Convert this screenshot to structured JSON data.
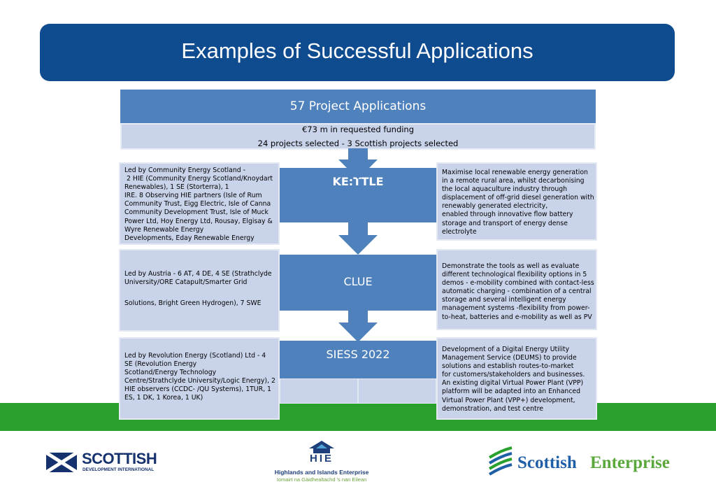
{
  "title": "Examples of Successful Applications",
  "summary": {
    "heading": "57 Project Applications",
    "funding": "€73 m in requested funding",
    "selected": "24 projects selected - 3 Scottish projects selected"
  },
  "projects": [
    {
      "name": "KE:TTLE",
      "partners": "Led by Community Energy Scotland -\n 2 HIE (Community Energy Scotland/Knoydart\nRenewables), 1 SE (Storterra), 1\nIRE. 8 Observing HIE partners (Isle of Rum\nCommunity Trust, Eigg Electric, Isle of Canna\nCommunity Development Trust, Isle of Muck\nPower Ltd, Hoy Energy Ltd, Rousay, Elgisay &\nWyre Renewable Energy\nDevelopments, Eday Renewable Energy",
      "description": "Maximise local renewable energy generation\nin a remote rural area, whilst decarbonising\nthe local aquaculture industry through\ndisplacement of off-grid diesel generation with\nrenewably generated electricity,\nenabled through innovative flow battery\nstorage and transport of energy dense\nelectrolyte"
    },
    {
      "name": "CLUE",
      "partners_line1": "Led by Austria - 6 AT, 4 DE, 4 SE (Strathclyde\nUniversity/ORE Catapult/Smarter Grid",
      "partners_line2": "Solutions, Bright Green Hydrogen), 7 SWE",
      "description": "Demonstrate the tools as well as evaluate\ndifferent technological flexibility options in 5\ndemos - e-mobility combined with contact-less\nautomatic charging - combination of a central\nstorage and several intelligent energy\nmanagement systems -flexibility from power-\nto-heat, batteries and e-mobility as well as PV"
    },
    {
      "name": "SIESS 2022",
      "partners": "Led by Revolution Energy (Scotland) Ltd - 4\nSE (Revolution Energy\nScotland/Energy Technology\nCentre/Strathclyde University/Logic Energy), 2\nHIE observers (CCDC- /QU Systems), 1TUR, 1\nES, 1 DK, 1 Korea, 1 UK)",
      "description": "Development of a Digital Energy Utility\nManagement Service (DEUMS) to provide\nsolutions and establish routes-to-market\nfor customers/stakeholders and businesses.\nAn existing digital Virtual Power Plant (VPP)\nplatform will be adapted into an Enhanced\nVirtual Power Plant (VPP+) development,\ndemonstration, and test centre"
    }
  ],
  "logos": {
    "sdi": {
      "name": "SCOTTISH",
      "sub": "DEVELOPMENT INTERNATIONAL"
    },
    "hie": {
      "abbr": "HIE",
      "name": "Highlands and Islands Enterprise",
      "gaelic": "Iomairt na Gàidhealtachd 's nan Eilean"
    },
    "se": {
      "word1": "Scottish",
      "word2": "Enterprise"
    }
  },
  "colors": {
    "banner": "#0f4b8f",
    "stage": "#4f81bd",
    "panel": "#c9d4ea",
    "band": "#2aa02f"
  }
}
